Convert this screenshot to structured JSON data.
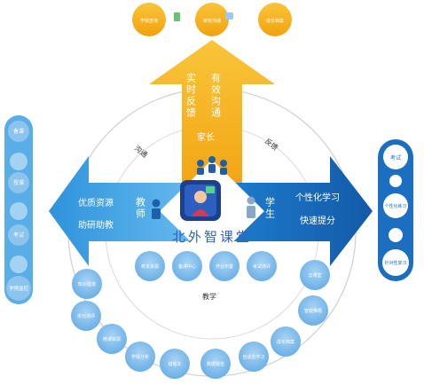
{
  "logo_text": "北外智课堂",
  "parent": {
    "label": "家长",
    "features": [
      "实时反馈",
      "有效沟通"
    ],
    "top_items": [
      "学情查询",
      "家校沟通",
      "成长档案"
    ]
  },
  "teacher": {
    "label": "教师",
    "features": [
      "优质资源",
      "助研助教"
    ],
    "left_items": [
      "备课",
      "授课",
      "考试",
      "学情监控"
    ]
  },
  "student": {
    "label": "学生",
    "features": [
      "个性化学习",
      "快速提分"
    ],
    "right_items": [
      "考试",
      "个性化练习",
      "针对性复习"
    ]
  },
  "ring_labels": {
    "left": "沟通",
    "right": "反馈",
    "bottom": "教学"
  },
  "bottom_circles": [
    "校本资源",
    "备课中心",
    "作业布置",
    "考试测评",
    "云课堂",
    "知识图谱",
    "单元测评",
    "微课资源",
    "学情分析",
    "错题本",
    "数据报告",
    "自适应学习",
    "成长档案",
    "智能推题"
  ],
  "colors": {
    "yellow": "#F6B51B",
    "light_blue": "#3FA6E8",
    "dark_blue": "#1D6FC2",
    "circle_blue": "#8CC4EE",
    "ring": "#C8C8C8"
  }
}
